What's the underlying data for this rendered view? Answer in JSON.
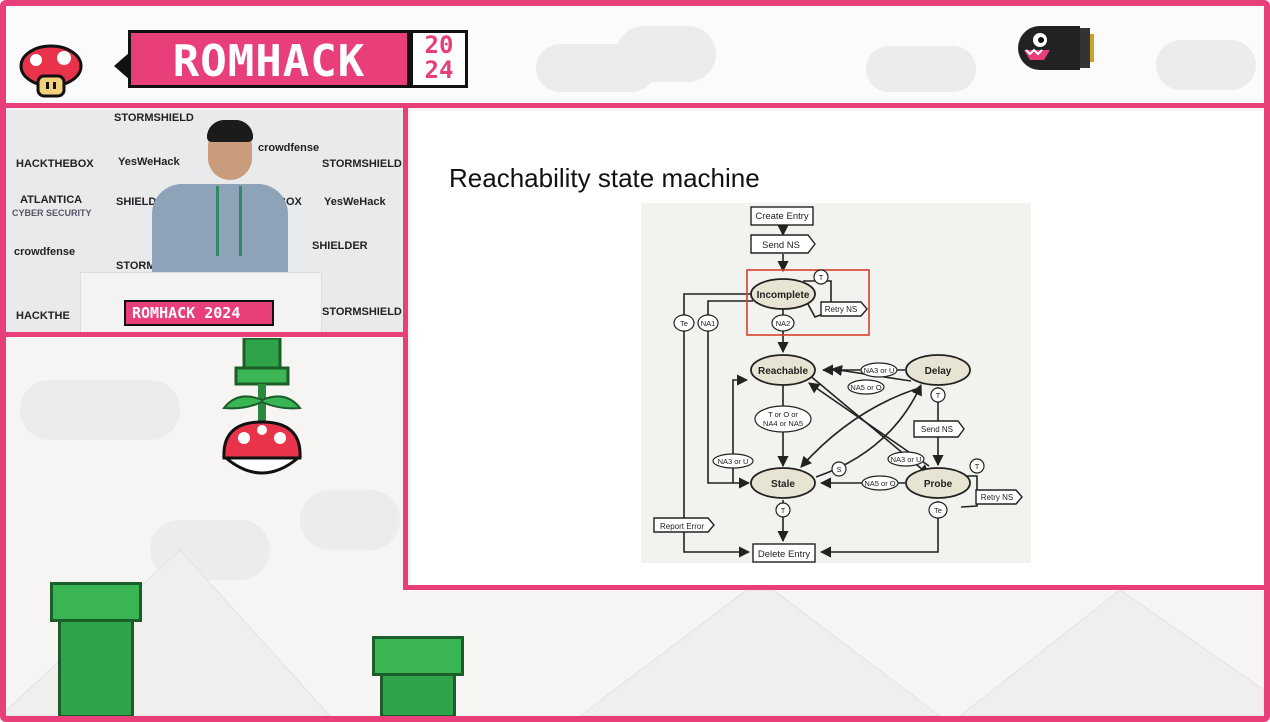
{
  "header": {
    "logo_main": "ROMHACK",
    "logo_year_top": "20",
    "logo_year_bottom": "24"
  },
  "video": {
    "sponsors": [
      "STORMSHIELD",
      "HACKTHEBOX",
      "YesWeHack",
      "crowdfense",
      "STORMSHIELD",
      "ATLANTICA",
      "CYBER SECURITY",
      "SHIELDER",
      "BOX",
      "YesWeHack",
      "crowdfense",
      "SHIELDER",
      "STORMSHIELD",
      "HACKTHE",
      "STORMSHIELD"
    ],
    "podium_logo": "ROMHACK 2024"
  },
  "slide": {
    "title": "Reachability state machine",
    "diagram": {
      "boxes": {
        "create": "Create Entry",
        "send_ns_top": "Send NS",
        "retry_ns_top": "Retry NS",
        "send_ns_mid": "Send NS",
        "retry_ns_bottom": "Retry NS",
        "report_error": "Report Error",
        "delete": "Delete Entry"
      },
      "states": {
        "incomplete": "Incomplete",
        "reachable": "Reachable",
        "delay": "Delay",
        "stale": "Stale",
        "probe": "Probe"
      },
      "edge_labels": {
        "t_top": "T",
        "na2": "NA2",
        "te_left": "Te",
        "na1": "NA1",
        "na3u_top": "NA3 or U",
        "na5o_top": "NA5 or O",
        "t_o_na4_na5_line1": "T or O or",
        "t_o_na4_na5_line2": "NA4 or NA5",
        "t_delay": "T",
        "na3u_left": "NA3 or U",
        "s": "S",
        "na3u_right": "NA3 or U",
        "na5o_bottom": "NA5 or O",
        "t_probe": "T",
        "t_stale": "T",
        "te_probe": "Te"
      }
    }
  }
}
